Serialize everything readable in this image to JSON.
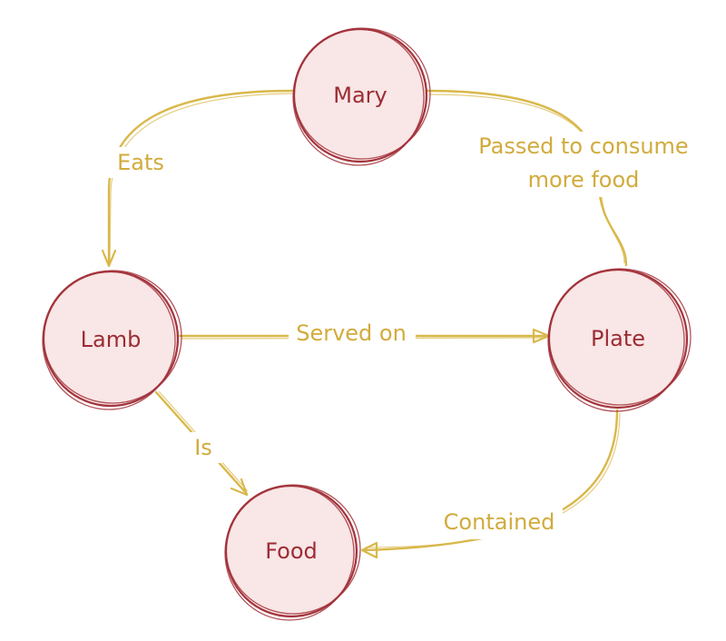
{
  "nodes": {
    "mary": "Mary",
    "lamb": "Lamb",
    "plate": "Plate",
    "food": "Food"
  },
  "edges": {
    "eats": "Eats",
    "passed_line1": "Passed to consume",
    "passed_line2": "more food",
    "served_on": "Served on",
    "is": "Is",
    "contained": "Contained"
  },
  "colors": {
    "node_stroke": "#a3343c",
    "node_fill": "#f9e6e6",
    "edge": "#d9b84a"
  }
}
